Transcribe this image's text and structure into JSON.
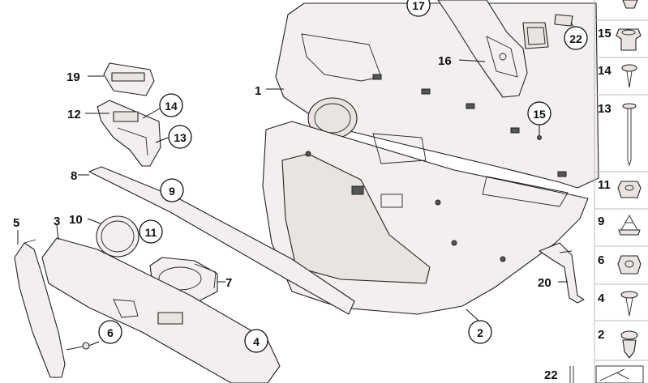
{
  "callouts": {
    "c1": "1",
    "c2": "2",
    "c3": "3",
    "c4": "4",
    "c5": "5",
    "c6": "6",
    "c7": "7",
    "c8": "8",
    "c9": "9",
    "c10": "10",
    "c11": "11",
    "c12": "12",
    "c13": "13",
    "c14": "14",
    "c15": "15",
    "c16": "16",
    "c17": "17",
    "c19": "19",
    "c20": "20",
    "c22": "22"
  },
  "sidebar": {
    "items": [
      "15",
      "14",
      "13",
      "11",
      "9",
      "6",
      "4",
      "2"
    ],
    "bottom_label": "22"
  }
}
